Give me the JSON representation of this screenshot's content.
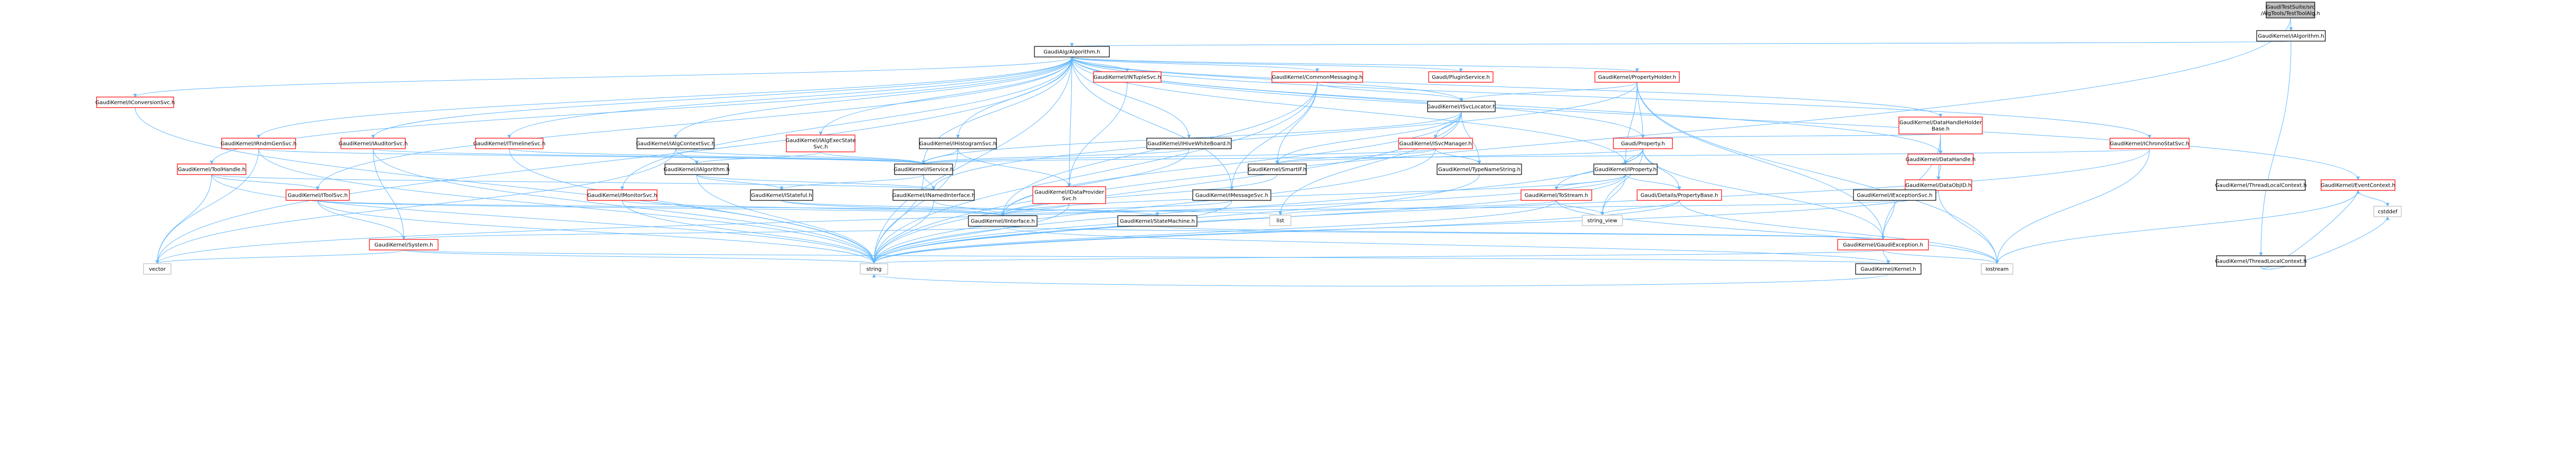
{
  "colors": {
    "edge": "#63b8ff",
    "root_fill": "#bfbfbf",
    "box_fill": "#ffffff",
    "black_border": "#000000",
    "red_border": "#ff0000",
    "light_border": "#bfbfbf",
    "text": "#000000"
  },
  "nodes": [
    {
      "id": "root",
      "label": [
        "GaudiTestSuite/src",
        "/AlgTools/TestToolAlg.h"
      ],
      "style": "root"
    },
    {
      "id": "IAlgorithm_top",
      "label": [
        "GaudiKernel/IAlgorithm.h"
      ],
      "style": "black"
    },
    {
      "id": "Algorithm",
      "label": [
        "GaudiAlg/Algorithm.h"
      ],
      "style": "black"
    },
    {
      "id": "ThreadLocalContext",
      "label": [
        "GaudiKernel/ThreadLocalContext.h"
      ],
      "style": "black"
    },
    {
      "id": "INTupleSvc",
      "label": [
        "GaudiKernel/INTupleSvc.h"
      ],
      "style": "red"
    },
    {
      "id": "CommonMessaging",
      "label": [
        "GaudiKernel/CommonMessaging.h"
      ],
      "style": "red"
    },
    {
      "id": "PluginService",
      "label": [
        "Gaudi/PluginService.h"
      ],
      "style": "red"
    },
    {
      "id": "PropertyHolder",
      "label": [
        "GaudiKernel/PropertyHolder.h"
      ],
      "style": "red"
    },
    {
      "id": "IConversionSvc",
      "label": [
        "GaudiKernel/IConversionSvc.h"
      ],
      "style": "red"
    },
    {
      "id": "ISvcLocator",
      "label": [
        "GaudiKernel/ISvcLocator.h"
      ],
      "style": "black"
    },
    {
      "id": "DataHandleHolderBase",
      "label": [
        "GaudiKernel/DataHandleHolder",
        "Base.h"
      ],
      "style": "red"
    },
    {
      "id": "IRndmGenSvc",
      "label": [
        "GaudiKernel/IRndmGenSvc.h"
      ],
      "style": "red"
    },
    {
      "id": "IAuditorSvc",
      "label": [
        "GaudiKernel/IAuditorSvc.h"
      ],
      "style": "red"
    },
    {
      "id": "ITimelineSvc",
      "label": [
        "GaudiKernel/ITimelineSvc.h"
      ],
      "style": "red"
    },
    {
      "id": "IAlgContextSvc",
      "label": [
        "GaudiKernel/IAlgContextSvc.h"
      ],
      "style": "black"
    },
    {
      "id": "IAlgExecStateSvc",
      "label": [
        "GaudiKernel/IAlgExecState",
        "Svc.h"
      ],
      "style": "red"
    },
    {
      "id": "IHistogramSvc",
      "label": [
        "GaudiKernel/IHistogramSvc.h"
      ],
      "style": "black"
    },
    {
      "id": "IHiveWhiteBoard",
      "label": [
        "GaudiKernel/IHiveWhiteBoard.h"
      ],
      "style": "black"
    },
    {
      "id": "ISvcManager",
      "label": [
        "GaudiKernel/ISvcManager.h"
      ],
      "style": "red"
    },
    {
      "id": "Property",
      "label": [
        "Gaudi/Property.h"
      ],
      "style": "red"
    },
    {
      "id": "DataHandle",
      "label": [
        "GaudiKernel/DataHandle.h"
      ],
      "style": "red"
    },
    {
      "id": "IChronoStatSvc",
      "label": [
        "GaudiKernel/IChronoStatSvc.h"
      ],
      "style": "red"
    },
    {
      "id": "ToolHandle",
      "label": [
        "GaudiKernel/ToolHandle.h"
      ],
      "style": "red"
    },
    {
      "id": "IService",
      "label": [
        "GaudiKernel/IService.h"
      ],
      "style": "black"
    },
    {
      "id": "IAlgorithm_mid",
      "label": [
        "GaudiKernel/IAlgorithm.h"
      ],
      "style": "black"
    },
    {
      "id": "SmartIF",
      "label": [
        "GaudiKernel/SmartIF.h"
      ],
      "style": "black"
    },
    {
      "id": "TypeNameString",
      "label": [
        "GaudiKernel/TypeNameString.h"
      ],
      "style": "black"
    },
    {
      "id": "IProperty",
      "label": [
        "GaudiKernel/IProperty.h"
      ],
      "style": "black"
    },
    {
      "id": "DataObjID",
      "label": [
        "GaudiKernel/DataObjID.h"
      ],
      "style": "red"
    },
    {
      "id": "ThreadLocalContext2",
      "label": [
        "GaudiKernel/ThreadLocalContext.h"
      ],
      "style": "black"
    },
    {
      "id": "EventContext",
      "label": [
        "GaudiKernel/EventContext.h"
      ],
      "style": "red"
    },
    {
      "id": "IToolSvc",
      "label": [
        "GaudiKernel/IToolSvc.h"
      ],
      "style": "red"
    },
    {
      "id": "IMonitorSvc",
      "label": [
        "GaudiKernel/IMonitorSvc.h"
      ],
      "style": "red"
    },
    {
      "id": "IStateful",
      "label": [
        "GaudiKernel/IStateful.h"
      ],
      "style": "black"
    },
    {
      "id": "INamedInterface",
      "label": [
        "GaudiKernel/INamedInterface.h"
      ],
      "style": "black"
    },
    {
      "id": "IDataProviderSvc",
      "label": [
        "GaudiKernel/IDataProvider",
        "Svc.h"
      ],
      "style": "red"
    },
    {
      "id": "IMessageSvc",
      "label": [
        "GaudiKernel/IMessageSvc.h"
      ],
      "style": "black"
    },
    {
      "id": "IToStream",
      "label": [
        "GaudiKernel/ToStream.h"
      ],
      "style": "red"
    },
    {
      "id": "PropertyBase",
      "label": [
        "Gaudi/Details/PropertyBase.h"
      ],
      "style": "red"
    },
    {
      "id": "IExceptionSvc",
      "label": [
        "GaudiKernel/IExceptionSvc.h"
      ],
      "style": "black"
    },
    {
      "id": "cstddef",
      "label": [
        "cstddef"
      ],
      "style": "light"
    },
    {
      "id": "list",
      "label": [
        "list"
      ],
      "style": "light"
    },
    {
      "id": "string_view",
      "label": [
        "string_view"
      ],
      "style": "light"
    },
    {
      "id": "IInterface",
      "label": [
        "GaudiKernel/IInterface.h"
      ],
      "style": "black"
    },
    {
      "id": "StateMachine",
      "label": [
        "GaudiKernel/StateMachine.h"
      ],
      "style": "black"
    },
    {
      "id": "System",
      "label": [
        "GaudiKernel/System.h"
      ],
      "style": "red"
    },
    {
      "id": "GaudiException",
      "label": [
        "GaudiKernel/GaudiException.h"
      ],
      "style": "red"
    },
    {
      "id": "vector",
      "label": [
        "vector"
      ],
      "style": "light"
    },
    {
      "id": "string",
      "label": [
        "string"
      ],
      "style": "light"
    },
    {
      "id": "Kernel",
      "label": [
        "GaudiKernel/Kernel.h"
      ],
      "style": "black"
    },
    {
      "id": "iostream",
      "label": [
        "iostream"
      ],
      "style": "light"
    }
  ],
  "edges": [
    [
      "root",
      "IAlgorithm_top"
    ],
    [
      "root",
      "string"
    ],
    [
      "IAlgorithm_top",
      "Algorithm"
    ],
    [
      "IAlgorithm_top",
      "ThreadLocalContext"
    ],
    [
      "Algorithm",
      "INTupleSvc"
    ],
    [
      "Algorithm",
      "CommonMessaging"
    ],
    [
      "Algorithm",
      "PluginService"
    ],
    [
      "Algorithm",
      "PropertyHolder"
    ],
    [
      "Algorithm",
      "IConversionSvc"
    ],
    [
      "Algorithm",
      "ISvcLocator"
    ],
    [
      "Algorithm",
      "DataHandleHolderBase"
    ],
    [
      "Algorithm",
      "IRndmGenSvc"
    ],
    [
      "Algorithm",
      "IAuditorSvc"
    ],
    [
      "Algorithm",
      "ITimelineSvc"
    ],
    [
      "Algorithm",
      "IAlgContextSvc"
    ],
    [
      "Algorithm",
      "IAlgExecStateSvc"
    ],
    [
      "Algorithm",
      "IHistogramSvc"
    ],
    [
      "Algorithm",
      "IHiveWhiteBoard"
    ],
    [
      "Algorithm",
      "IChronoStatSvc"
    ],
    [
      "Algorithm",
      "ToolHandle"
    ],
    [
      "Algorithm",
      "IToolSvc"
    ],
    [
      "Algorithm",
      "IMonitorSvc"
    ],
    [
      "Algorithm",
      "IDataProviderSvc"
    ],
    [
      "Algorithm",
      "IMessageSvc"
    ],
    [
      "Algorithm",
      "IService"
    ],
    [
      "Algorithm",
      "EventContext"
    ],
    [
      "Algorithm",
      "vector"
    ],
    [
      "Algorithm",
      "string"
    ],
    [
      "Algorithm",
      "Property"
    ],
    [
      "Algorithm",
      "DataHandle"
    ],
    [
      "Algorithm",
      "IProperty"
    ],
    [
      "ThreadLocalContext",
      "EventContext"
    ],
    [
      "ThreadLocalContext",
      "cstddef"
    ],
    [
      "INTupleSvc",
      "IDataProviderSvc"
    ],
    [
      "CommonMessaging",
      "IMessageSvc"
    ],
    [
      "CommonMessaging",
      "ISvcLocator"
    ],
    [
      "CommonMessaging",
      "SmartIF"
    ],
    [
      "CommonMessaging",
      "IInterface"
    ],
    [
      "CommonMessaging",
      "string"
    ],
    [
      "PropertyHolder",
      "Property"
    ],
    [
      "PropertyHolder",
      "IProperty"
    ],
    [
      "PropertyHolder",
      "ISvcLocator"
    ],
    [
      "PropertyHolder",
      "GaudiException"
    ],
    [
      "PropertyHolder",
      "iostream"
    ],
    [
      "PropertyHolder",
      "INamedInterface"
    ],
    [
      "IConversionSvc",
      "string"
    ],
    [
      "ISvcLocator",
      "ISvcManager"
    ],
    [
      "ISvcLocator",
      "IInterface"
    ],
    [
      "ISvcLocator",
      "SmartIF"
    ],
    [
      "ISvcLocator",
      "TypeNameString"
    ],
    [
      "ISvcLocator",
      "list"
    ],
    [
      "ISvcLocator",
      "string"
    ],
    [
      "ISvcLocator",
      "IService"
    ],
    [
      "DataHandleHolderBase",
      "DataHandle"
    ],
    [
      "DataHandleHolderBase",
      "DataObjID"
    ],
    [
      "DataHandleHolderBase",
      "Property"
    ],
    [
      "DataHandleHolderBase",
      "GaudiException"
    ],
    [
      "IRndmGenSvc",
      "IService"
    ],
    [
      "IRndmGenSvc",
      "vector"
    ],
    [
      "IRndmGenSvc",
      "string"
    ],
    [
      "IAuditorSvc",
      "IService"
    ],
    [
      "IAuditorSvc",
      "System"
    ],
    [
      "IAuditorSvc",
      "string"
    ],
    [
      "ITimelineSvc",
      "IService"
    ],
    [
      "ITimelineSvc",
      "string"
    ],
    [
      "IAlgContextSvc",
      "IService"
    ],
    [
      "IAlgContextSvc",
      "IAlgorithm_mid"
    ],
    [
      "IAlgContextSvc",
      "vector"
    ],
    [
      "IAlgExecStateSvc",
      "IService"
    ],
    [
      "IAlgExecStateSvc",
      "IAlgorithm_mid"
    ],
    [
      "IHistogramSvc",
      "IService"
    ],
    [
      "IHistogramSvc",
      "IDataProviderSvc"
    ],
    [
      "IHistogramSvc",
      "string"
    ],
    [
      "IHiveWhiteBoard",
      "IService"
    ],
    [
      "IHiveWhiteBoard",
      "IInterface"
    ],
    [
      "ISvcManager",
      "IService"
    ],
    [
      "ISvcManager",
      "SmartIF"
    ],
    [
      "ISvcManager",
      "TypeNameString"
    ],
    [
      "ISvcManager",
      "string"
    ],
    [
      "Property",
      "IProperty"
    ],
    [
      "Property",
      "PropertyBase"
    ],
    [
      "Property",
      "IToStream"
    ],
    [
      "Property",
      "SmartIF"
    ],
    [
      "Property",
      "GaudiException"
    ],
    [
      "Property",
      "string"
    ],
    [
      "Property",
      "string_view"
    ],
    [
      "DataHandle",
      "DataObjID"
    ],
    [
      "IChronoStatSvc",
      "IService"
    ],
    [
      "IChronoStatSvc",
      "string"
    ],
    [
      "IChronoStatSvc",
      "iostream"
    ],
    [
      "ToolHandle",
      "IToolSvc"
    ],
    [
      "ToolHandle",
      "INamedInterface"
    ],
    [
      "ToolHandle",
      "string"
    ],
    [
      "ToolHandle",
      "vector"
    ],
    [
      "IService",
      "IStateful"
    ],
    [
      "IService",
      "INamedInterface"
    ],
    [
      "IService",
      "string"
    ],
    [
      "IAlgorithm_mid",
      "IStateful"
    ],
    [
      "IAlgorithm_mid",
      "INamedInterface"
    ],
    [
      "IAlgorithm_mid",
      "string"
    ],
    [
      "SmartIF",
      "IInterface"
    ],
    [
      "TypeNameString",
      "string"
    ],
    [
      "IProperty",
      "IInterface"
    ],
    [
      "IProperty",
      "PropertyBase"
    ],
    [
      "IProperty",
      "string"
    ],
    [
      "IProperty",
      "vector"
    ],
    [
      "IProperty",
      "IToStream"
    ],
    [
      "IProperty",
      "string_view"
    ],
    [
      "DataObjID",
      "string"
    ],
    [
      "DataObjID",
      "iostream"
    ],
    [
      "EventContext",
      "cstddef"
    ],
    [
      "EventContext",
      "iostream"
    ],
    [
      "IToolSvc",
      "IInterface"
    ],
    [
      "IToolSvc",
      "System"
    ],
    [
      "IToolSvc",
      "list"
    ],
    [
      "IToolSvc",
      "string"
    ],
    [
      "IMonitorSvc",
      "IInterface"
    ],
    [
      "IMonitorSvc",
      "string"
    ],
    [
      "IStateful",
      "IInterface"
    ],
    [
      "IStateful",
      "StateMachine"
    ],
    [
      "INamedInterface",
      "IInterface"
    ],
    [
      "INamedInterface",
      "string"
    ],
    [
      "IDataProviderSvc",
      "IInterface"
    ],
    [
      "IDataProviderSvc",
      "string"
    ],
    [
      "IMessageSvc",
      "IInterface"
    ],
    [
      "IMessageSvc",
      "string"
    ],
    [
      "IToStream",
      "string"
    ],
    [
      "IToStream",
      "iostream"
    ],
    [
      "IToStream",
      "list"
    ],
    [
      "IToStream",
      "string_view"
    ],
    [
      "PropertyBase",
      "string_view"
    ],
    [
      "PropertyBase",
      "string"
    ],
    [
      "PropertyBase",
      "iostream"
    ],
    [
      "IExceptionSvc",
      "IInterface"
    ],
    [
      "IExceptionSvc",
      "GaudiException"
    ],
    [
      "IInterface",
      "System"
    ],
    [
      "IInterface",
      "Kernel"
    ],
    [
      "IInterface",
      "GaudiException"
    ],
    [
      "StateMachine",
      "GaudiException"
    ],
    [
      "System",
      "Kernel"
    ],
    [
      "System",
      "string"
    ],
    [
      "System",
      "vector"
    ],
    [
      "GaudiException",
      "Kernel"
    ],
    [
      "GaudiException",
      "string"
    ],
    [
      "GaudiException",
      "iostream"
    ],
    [
      "Kernel",
      "string"
    ]
  ]
}
